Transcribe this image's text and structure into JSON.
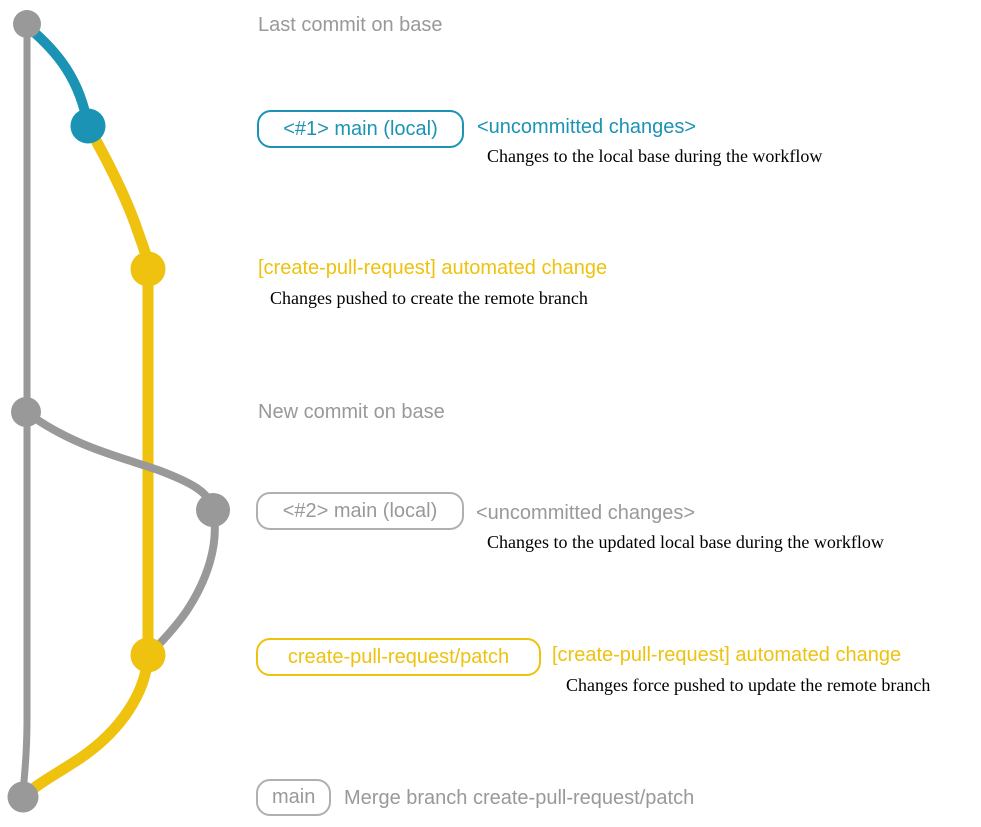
{
  "colors": {
    "base_gray": "#999999",
    "local_blue": "#1b93b5",
    "pr_yellow": "#eec20f",
    "note_black": "#000000",
    "gray_badge_border": "#b0b0b0",
    "background": "#ffffff"
  },
  "graph": {
    "nodes": [
      {
        "name": "last-commit-on-base",
        "color": "gray"
      },
      {
        "name": "local-uncommitted-1",
        "color": "blue"
      },
      {
        "name": "pr-automated-change-1",
        "color": "yellow"
      },
      {
        "name": "new-commit-on-base",
        "color": "gray"
      },
      {
        "name": "local-uncommitted-2",
        "color": "gray"
      },
      {
        "name": "pr-automated-change-2",
        "color": "yellow"
      },
      {
        "name": "merge-commit",
        "color": "gray"
      }
    ]
  },
  "annotations": {
    "last_commit": "Last commit on base",
    "new_commit": "New commit on base"
  },
  "row1": {
    "branch_label": "<#1> main (local)",
    "status": "<uncommitted changes>",
    "description": "Changes to the local base during the workflow"
  },
  "row2": {
    "title": "[create-pull-request] automated change",
    "description": "Changes pushed to create the remote branch"
  },
  "row3": {
    "branch_label": "<#2> main (local)",
    "status": "<uncommitted changes>",
    "description": "Changes to the updated local base during the workflow"
  },
  "row4": {
    "branch_label": "create-pull-request/patch",
    "title": "[create-pull-request] automated change",
    "description": "Changes force pushed to update the remote branch"
  },
  "row5": {
    "branch_label": "main",
    "description": "Merge branch create-pull-request/patch"
  }
}
